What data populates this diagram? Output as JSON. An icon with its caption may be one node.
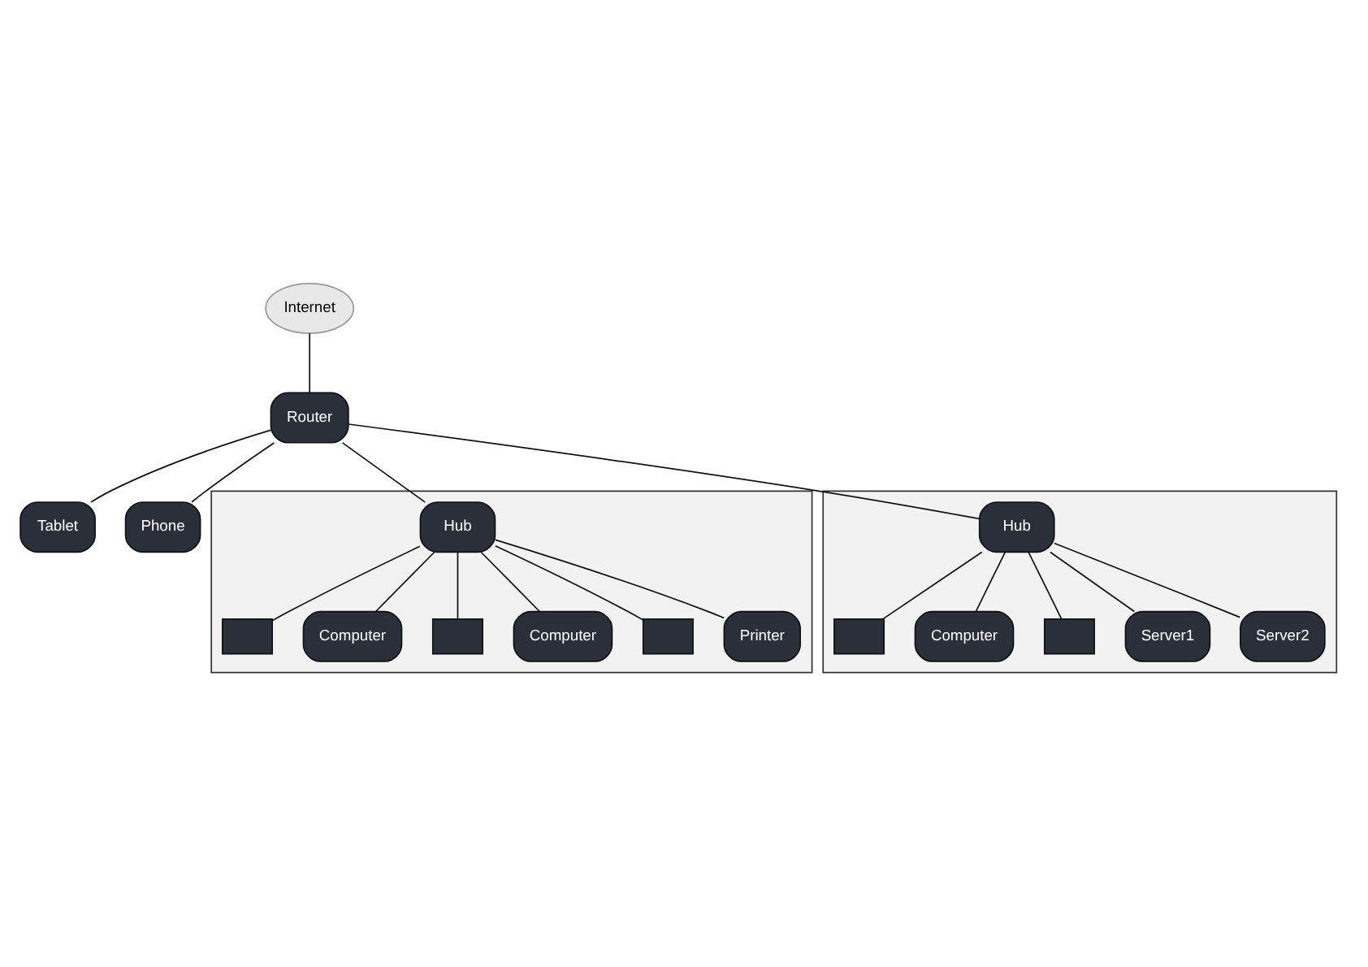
{
  "diagram": {
    "nodes": [
      {
        "text": [
          "Internet"
        ]
      },
      {
        "text": [
          "Router"
        ]
      },
      {
        "text": [
          "Tablet"
        ]
      },
      {
        "text": [
          "Phone"
        ]
      },
      {
        "text": [],
        "shape": "box"
      },
      {
        "text": [
          "Hub"
        ],
        "in": 4
      },
      {
        "text": [],
        "shape": "box",
        "in": 4
      },
      {
        "text": [
          "Computer"
        ],
        "in": 4
      },
      {
        "text": [],
        "shape": "box",
        "in": 4
      },
      {
        "text": [
          "Computer"
        ],
        "in": 4
      },
      {
        "text": [],
        "shape": "box",
        "in": 4
      },
      {
        "text": [
          "Printer"
        ],
        "in": 4
      },
      {
        "text": [],
        "shape": "box"
      },
      {
        "text": [
          "Hub"
        ],
        "in": 12
      },
      {
        "text": [],
        "shape": "box",
        "in": 12
      },
      {
        "text": [
          "Computer"
        ],
        "in": 12
      },
      {
        "text": [],
        "shape": "box",
        "in": 12
      },
      {
        "text": [
          "Server1"
        ],
        "in": 12
      },
      {
        "text": [
          "Server2"
        ],
        "in": 12
      }
    ],
    "edges": [
      {
        "from": 0,
        "to": 1,
        "arrow": "none"
      },
      {
        "from": 1,
        "to": 2,
        "arrow": "none"
      },
      {
        "from": 1,
        "to": 3,
        "arrow": "none"
      },
      {
        "from": 1,
        "to": 5,
        "arrow": "none"
      },
      {
        "from": 1,
        "to": 13,
        "arrow": "none"
      },
      {
        "from": 5,
        "to": 6,
        "arrow": "none"
      },
      {
        "from": 5,
        "to": 7,
        "arrow": "none"
      },
      {
        "from": 5,
        "to": 8,
        "arrow": "none"
      },
      {
        "from": 5,
        "to": 9,
        "arrow": "none"
      },
      {
        "from": 5,
        "to": 10,
        "arrow": "none"
      },
      {
        "from": 5,
        "to": 11,
        "arrow": "none"
      },
      {
        "from": 13,
        "to": 14,
        "arrow": "none"
      },
      {
        "from": 13,
        "to": 15,
        "arrow": "none"
      },
      {
        "from": 13,
        "to": 16,
        "arrow": "none"
      },
      {
        "from": 13,
        "to": 17,
        "arrow": "none"
      },
      {
        "from": 13,
        "to": 18,
        "arrow": "none"
      }
    ]
  }
}
